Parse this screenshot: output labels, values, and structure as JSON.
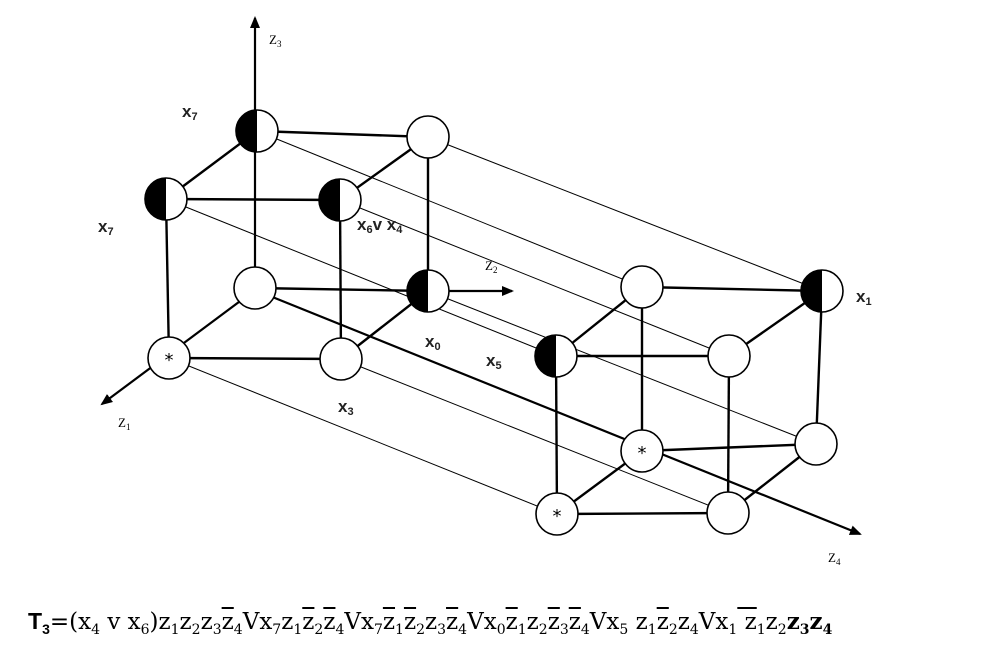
{
  "axes": [
    {
      "id": "z1",
      "letter": "Z",
      "sub": "1"
    },
    {
      "id": "z2",
      "letter": "Z",
      "sub": "2"
    },
    {
      "id": "z3",
      "letter": "Z",
      "sub": "3"
    },
    {
      "id": "z4",
      "letter": "Z",
      "sub": "4"
    }
  ],
  "vertex_labels": [
    {
      "id": "x7_top",
      "text": "x",
      "sub": "7"
    },
    {
      "id": "x7_left",
      "text": "x",
      "sub": "7"
    },
    {
      "id": "x6vx4",
      "text": "x",
      "sub": "6",
      "text2": "v x",
      "sub2": "4"
    },
    {
      "id": "x0",
      "text": "x",
      "sub": "0"
    },
    {
      "id": "x5",
      "text": "x",
      "sub": "5"
    },
    {
      "id": "x3",
      "text": "x",
      "sub": "3"
    },
    {
      "id": "x1",
      "text": "x",
      "sub": "1"
    }
  ],
  "star_marker": "*",
  "formula": {
    "lhs": "T",
    "lhs_sub": "3",
    "eq": "=",
    "terms": [
      [
        {
          "t": "(x"
        },
        {
          "s": "4"
        },
        {
          "t": " v x"
        },
        {
          "s": "6"
        },
        {
          "t": ")z"
        },
        {
          "s": "1"
        },
        {
          "t": "z"
        },
        {
          "s": "2"
        },
        {
          "t": "z"
        },
        {
          "s": "3"
        },
        {
          "t": "z",
          "o": 1
        },
        {
          "s": "4"
        }
      ],
      [
        {
          "t": "V"
        },
        {
          "t": "x"
        },
        {
          "s": "7"
        },
        {
          "t": "z"
        },
        {
          "s": "1"
        },
        {
          "t": "z",
          "o": 1
        },
        {
          "s": "2"
        },
        {
          "t": "z",
          "o": 1
        },
        {
          "s": "4"
        }
      ],
      [
        {
          "t": "V"
        },
        {
          "t": "x"
        },
        {
          "s": "7"
        },
        {
          "t": "z",
          "o": 1
        },
        {
          "s": "1"
        },
        {
          "t": "z",
          "o": 1
        },
        {
          "s": "2"
        },
        {
          "t": "z"
        },
        {
          "s": "3"
        },
        {
          "t": "z",
          "o": 1
        },
        {
          "s": "4"
        }
      ],
      [
        {
          "t": "V"
        },
        {
          "t": "x"
        },
        {
          "s": "0"
        },
        {
          "t": "z",
          "o": 1
        },
        {
          "s": "1"
        },
        {
          "t": "z"
        },
        {
          "s": "2"
        },
        {
          "t": "z",
          "o": 1
        },
        {
          "s": "3"
        },
        {
          "t": "z",
          "o": 1
        },
        {
          "s": "4"
        }
      ],
      [
        {
          "t": "V"
        },
        {
          "t": "x"
        },
        {
          "s": "5"
        },
        {
          "t": " z"
        },
        {
          "s": "1"
        },
        {
          "t": "z",
          "o": 1
        },
        {
          "s": "2"
        },
        {
          "t": "z"
        },
        {
          "s": "4"
        }
      ],
      [
        {
          "t": "V"
        },
        {
          "t": "x"
        },
        {
          "s": "1"
        },
        {
          "t": " z",
          "o": 1
        },
        {
          "s": "1"
        },
        {
          "t": "z"
        },
        {
          "s": "2"
        },
        {
          "t": "z",
          "b": 1
        },
        {
          "s": "3",
          "b": 1
        },
        {
          "t": "z",
          "b": 1
        },
        {
          "s": "4",
          "b": 1
        }
      ]
    ]
  }
}
